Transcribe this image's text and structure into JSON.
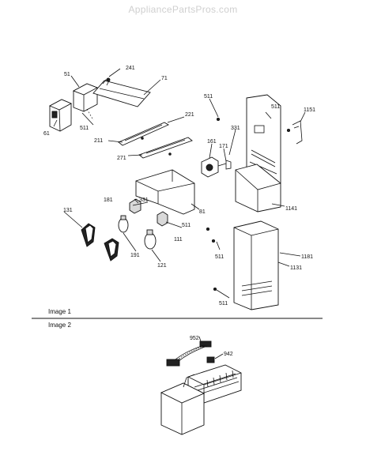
{
  "watermark": "AppliancePartsPros.com",
  "captions": {
    "image1": "Image 1",
    "image2": "Image 2"
  },
  "callouts": [
    "241",
    "51",
    "71",
    "61",
    "511",
    "211",
    "221",
    "271",
    "511",
    "511",
    "1151",
    "331",
    "161",
    "171",
    "331",
    "181",
    "131",
    "81",
    "511",
    "111",
    "191",
    "121",
    "1141",
    "1181",
    "511",
    "1131",
    "511",
    "952",
    "942"
  ]
}
